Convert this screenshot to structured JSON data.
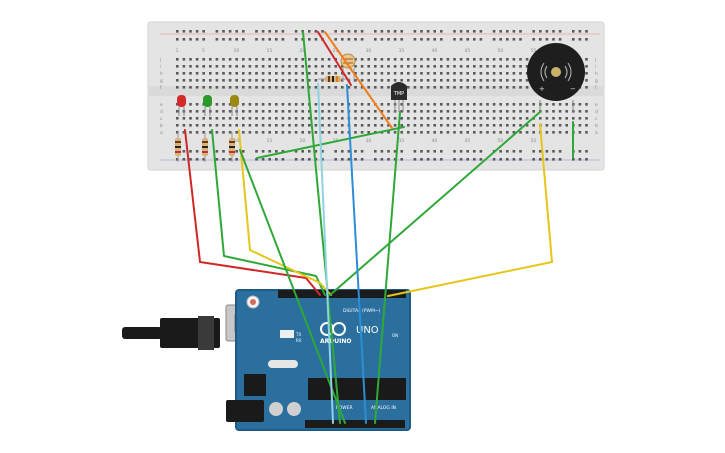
{
  "breadboard": {
    "column_labels": [
      "1",
      "5",
      "10",
      "15",
      "20",
      "25",
      "30",
      "35",
      "40",
      "45",
      "50",
      "55"
    ],
    "row_labels_top": [
      "j",
      "i",
      "h",
      "g",
      "f"
    ],
    "row_labels_bottom": [
      "e",
      "d",
      "c",
      "b",
      "a"
    ]
  },
  "components": {
    "leds": [
      {
        "name": "red-led",
        "color": "#d42a2a"
      },
      {
        "name": "green-led",
        "color": "#2a9a2a"
      },
      {
        "name": "yellow-led",
        "color": "#9a8a10"
      }
    ],
    "sensor_label": "TMP",
    "buzzer_plus": "+",
    "buzzer_minus": "−"
  },
  "arduino": {
    "brand": "ARDUINO",
    "model": "UNO",
    "digital_label": "DIGITAL (PWM~)",
    "power_label": "POWER",
    "analog_label": "ANALOG IN",
    "on_label": "ON",
    "tx_label": "TX",
    "rx_label": "RX",
    "colors": {
      "board": "#2a6f9e",
      "board_dark": "#1f5a82",
      "header": "#1b1b1b"
    }
  },
  "wires": {
    "red": "#d02828",
    "green": "#2fa838",
    "yellow": "#e6c619",
    "blue": "#2a8fd6",
    "cyan": "#8fd2e0",
    "orange": "#ef7d1a"
  }
}
